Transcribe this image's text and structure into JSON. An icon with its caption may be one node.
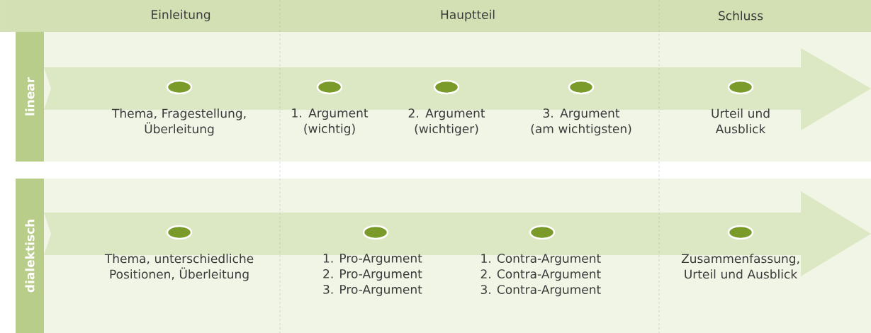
{
  "diagram": {
    "nodes": [
      {
        "text": [
          "linear"
        ]
      },
      {
        "text": [
          "dialektisch"
        ]
      },
      {
        "text": [],
        "shape": "circle",
        "beside": [
          "Thema, Fragestellung, Überleitung"
        ]
      },
      {
        "text": [],
        "shape": "circle",
        "beside": [
          "1. Argument (wichtig)"
        ]
      },
      {
        "text": [],
        "shape": "circle",
        "beside": [
          "2. Argument (wichtiger)"
        ]
      },
      {
        "text": [],
        "shape": "circle",
        "beside": [
          "3. Argument (am wichtigsten)"
        ]
      },
      {
        "text": [],
        "shape": "circle",
        "beside": [
          "Urteil und Ausblick"
        ]
      },
      {
        "text": [],
        "shape": "circle",
        "beside": [
          "Thema, unterschiedliche Positionen, Überleitung"
        ]
      },
      {
        "text": [],
        "shape": "circle",
        "beside": [
          "1. Pro-Argument 2. Pro-Argument 3. Pro-Argument"
        ]
      },
      {
        "text": [],
        "shape": "circle",
        "beside": [
          "1. Contra-Argument 2. Contra-Argument 3. Contra-Argument"
        ]
      },
      {
        "text": [],
        "shape": "circle",
        "beside": [
          "Zusammenfassung, Urteil und Ausblick"
        ]
      }
    ],
    "labels": [
      "Einleitung",
      "Hauptteil",
      "Schluss"
    ]
  }
}
